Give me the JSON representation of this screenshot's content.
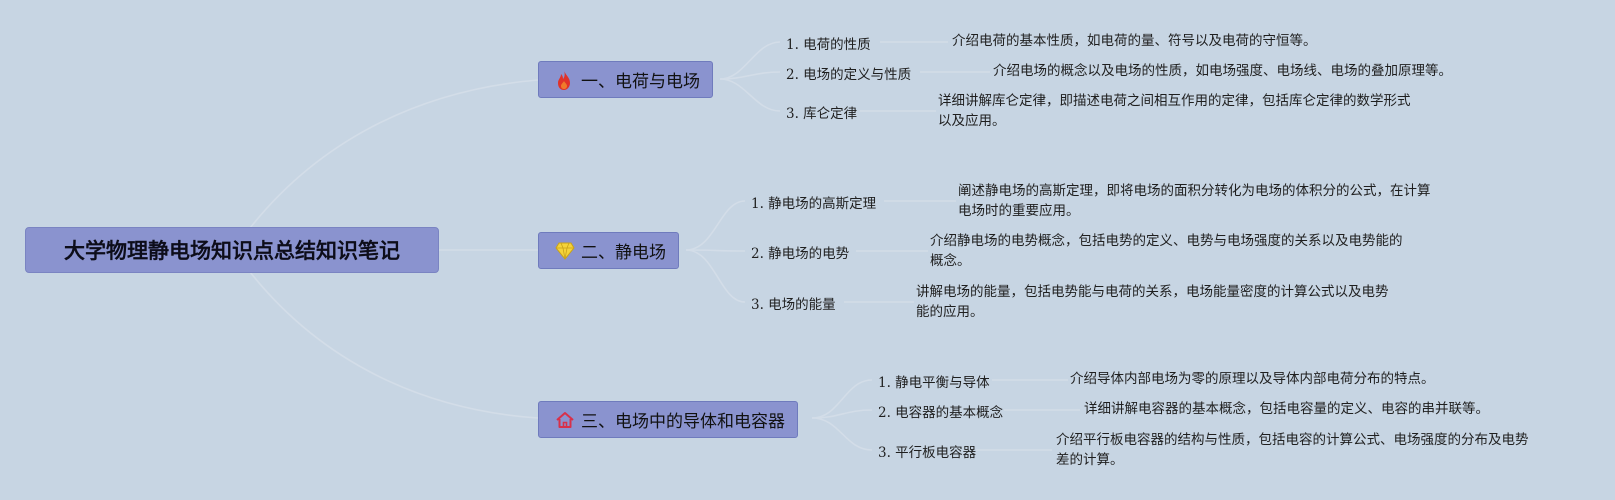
{
  "mindmap": {
    "root": "大学物理静电场知识点总结知识笔记",
    "branches": [
      {
        "title": "一、电荷与电场",
        "icon": "fire-icon",
        "items": [
          {
            "label": "1. 电荷的性质",
            "desc": "介绍电荷的基本性质，如电荷的量、符号以及电荷的守恒等。"
          },
          {
            "label": "2. 电场的定义与性质",
            "desc": "介绍电场的概念以及电场的性质，如电场强度、电场线、电场的叠加原理等。"
          },
          {
            "label": "3. 库仑定律",
            "desc_lines": [
              "详细讲解库仑定律，即描述电荷之间相互作用的定律，包括库仑定律的数学形式",
              "以及应用。"
            ]
          }
        ]
      },
      {
        "title": "二、静电场",
        "icon": "diamond-icon",
        "items": [
          {
            "label": "1. 静电场的高斯定理",
            "desc_lines": [
              "阐述静电场的高斯定理，即将电场的面积分转化为电场的体积分的公式，在计算",
              "电场时的重要应用。"
            ]
          },
          {
            "label": "2. 静电场的电势",
            "desc_lines": [
              "介绍静电场的电势概念，包括电势的定义、电势与电场强度的关系以及电势能的",
              "概念。"
            ]
          },
          {
            "label": "3. 电场的能量",
            "desc_lines": [
              "讲解电场的能量，包括电势能与电荷的关系，电场能量密度的计算公式以及电势",
              "能的应用。"
            ]
          }
        ]
      },
      {
        "title": "三、电场中的导体和电容器",
        "icon": "home-icon",
        "items": [
          {
            "label": "1. 静电平衡与导体",
            "desc": "介绍导体内部电场为零的原理以及导体内部电荷分布的特点。"
          },
          {
            "label": "2. 电容器的基本概念",
            "desc": "详细讲解电容器的基本概念，包括电容量的定义、电容的串并联等。"
          },
          {
            "label": "3. 平行板电容器",
            "desc_lines": [
              "介绍平行板电容器的结构与性质，包括电容的计算公式、电场强度的分布及电势",
              "差的计算。"
            ]
          }
        ]
      }
    ]
  }
}
